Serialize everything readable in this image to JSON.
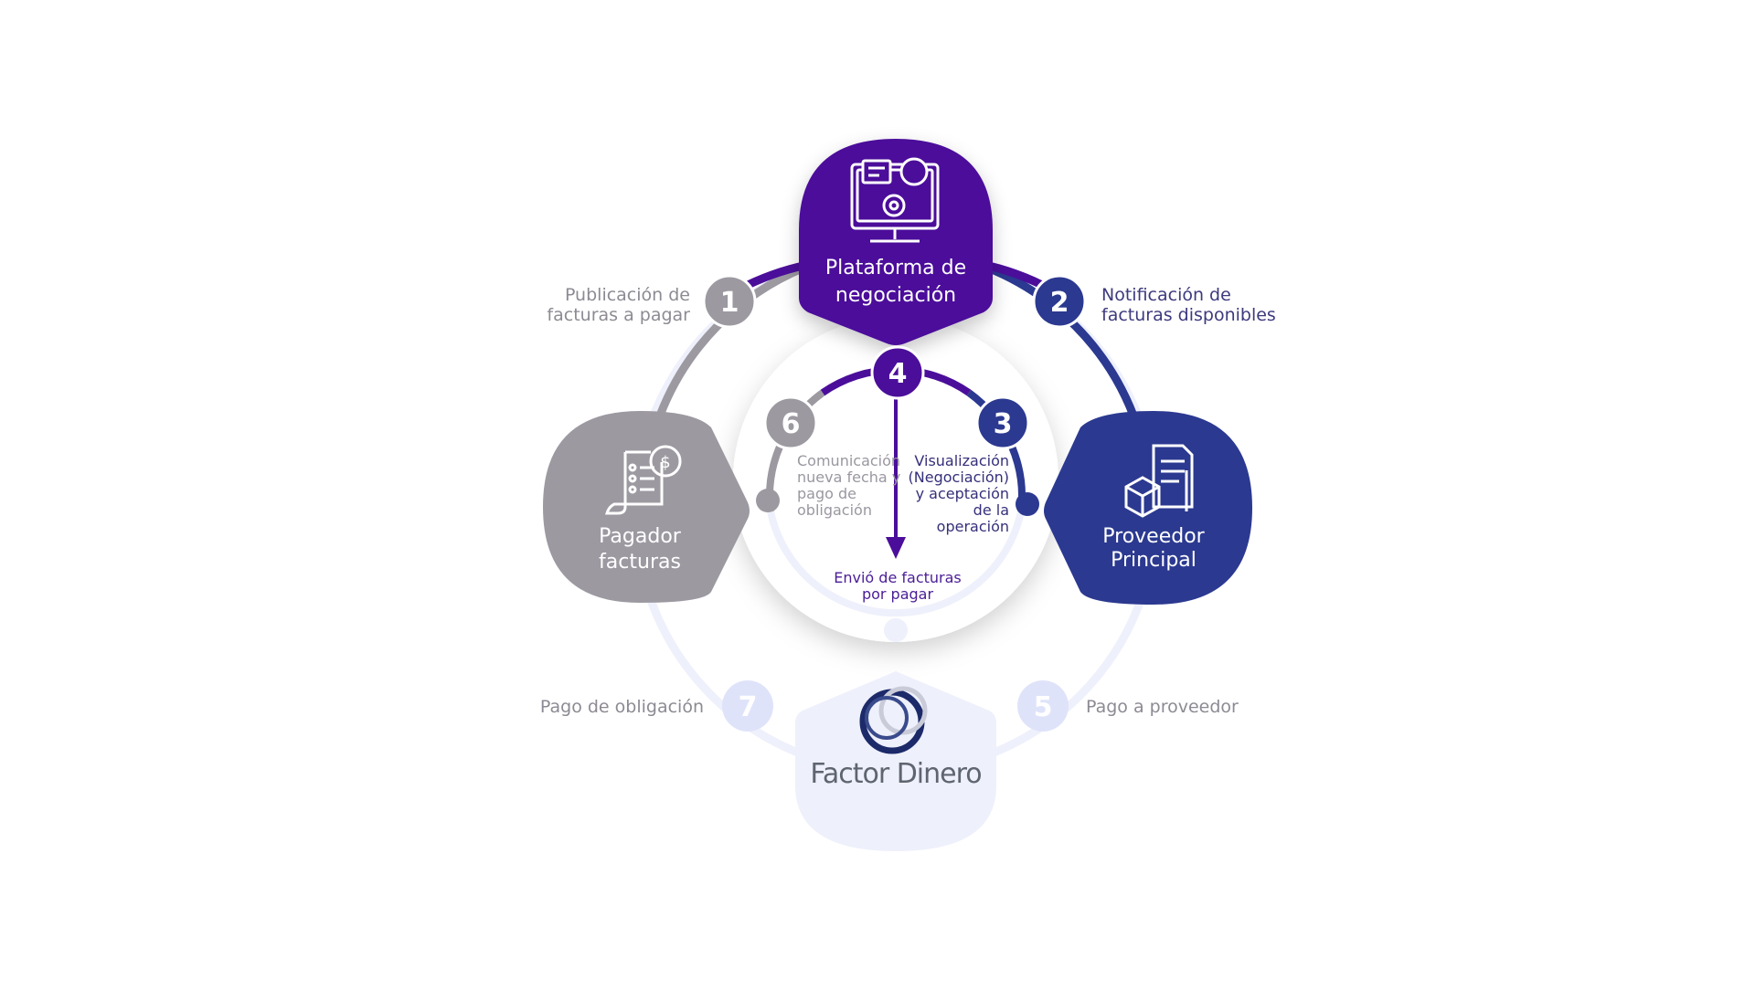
{
  "colors": {
    "purple": "#4b0e9a",
    "navy": "#2b3990",
    "grey": "#9c99a1",
    "light": "#dfe3fa",
    "white": "#ffffff"
  },
  "nodes": {
    "platform": {
      "title_line1": "Plataforma de",
      "title_line2": "negociación",
      "icon": "computer-settings-icon"
    },
    "payer": {
      "title_line1": "Pagador",
      "title_line2": "facturas",
      "icon": "invoice-dollar-icon"
    },
    "supplier": {
      "title_line1": "Proveedor",
      "title_line2": "Principal",
      "icon": "package-document-icon"
    },
    "factor": {
      "brand": "Factor Dinero",
      "icon": "factor-dinero-logo"
    }
  },
  "steps": {
    "s1": {
      "number": "1",
      "label_line1": "Publicación de",
      "label_line2": "facturas a pagar"
    },
    "s2": {
      "number": "2",
      "label_line1": "Notificación de",
      "label_line2": "facturas disponibles"
    },
    "s3": {
      "number": "3",
      "label_line1": "Visualización",
      "label_line2": "(Negociación)",
      "label_line3": "y aceptación",
      "label_line4": "de la",
      "label_line5": "operación"
    },
    "s4": {
      "number": "4",
      "label_line1": "Envió de facturas",
      "label_line2": "por pagar"
    },
    "s5": {
      "number": "5",
      "label_line1": "Pago a proveedor"
    },
    "s6": {
      "number": "6",
      "label_line1": "Comunicación",
      "label_line2": "nueva fecha y",
      "label_line3": "pago de",
      "label_line4": "obligación"
    },
    "s7": {
      "number": "7",
      "label_line1": "Pago de obligación"
    }
  }
}
